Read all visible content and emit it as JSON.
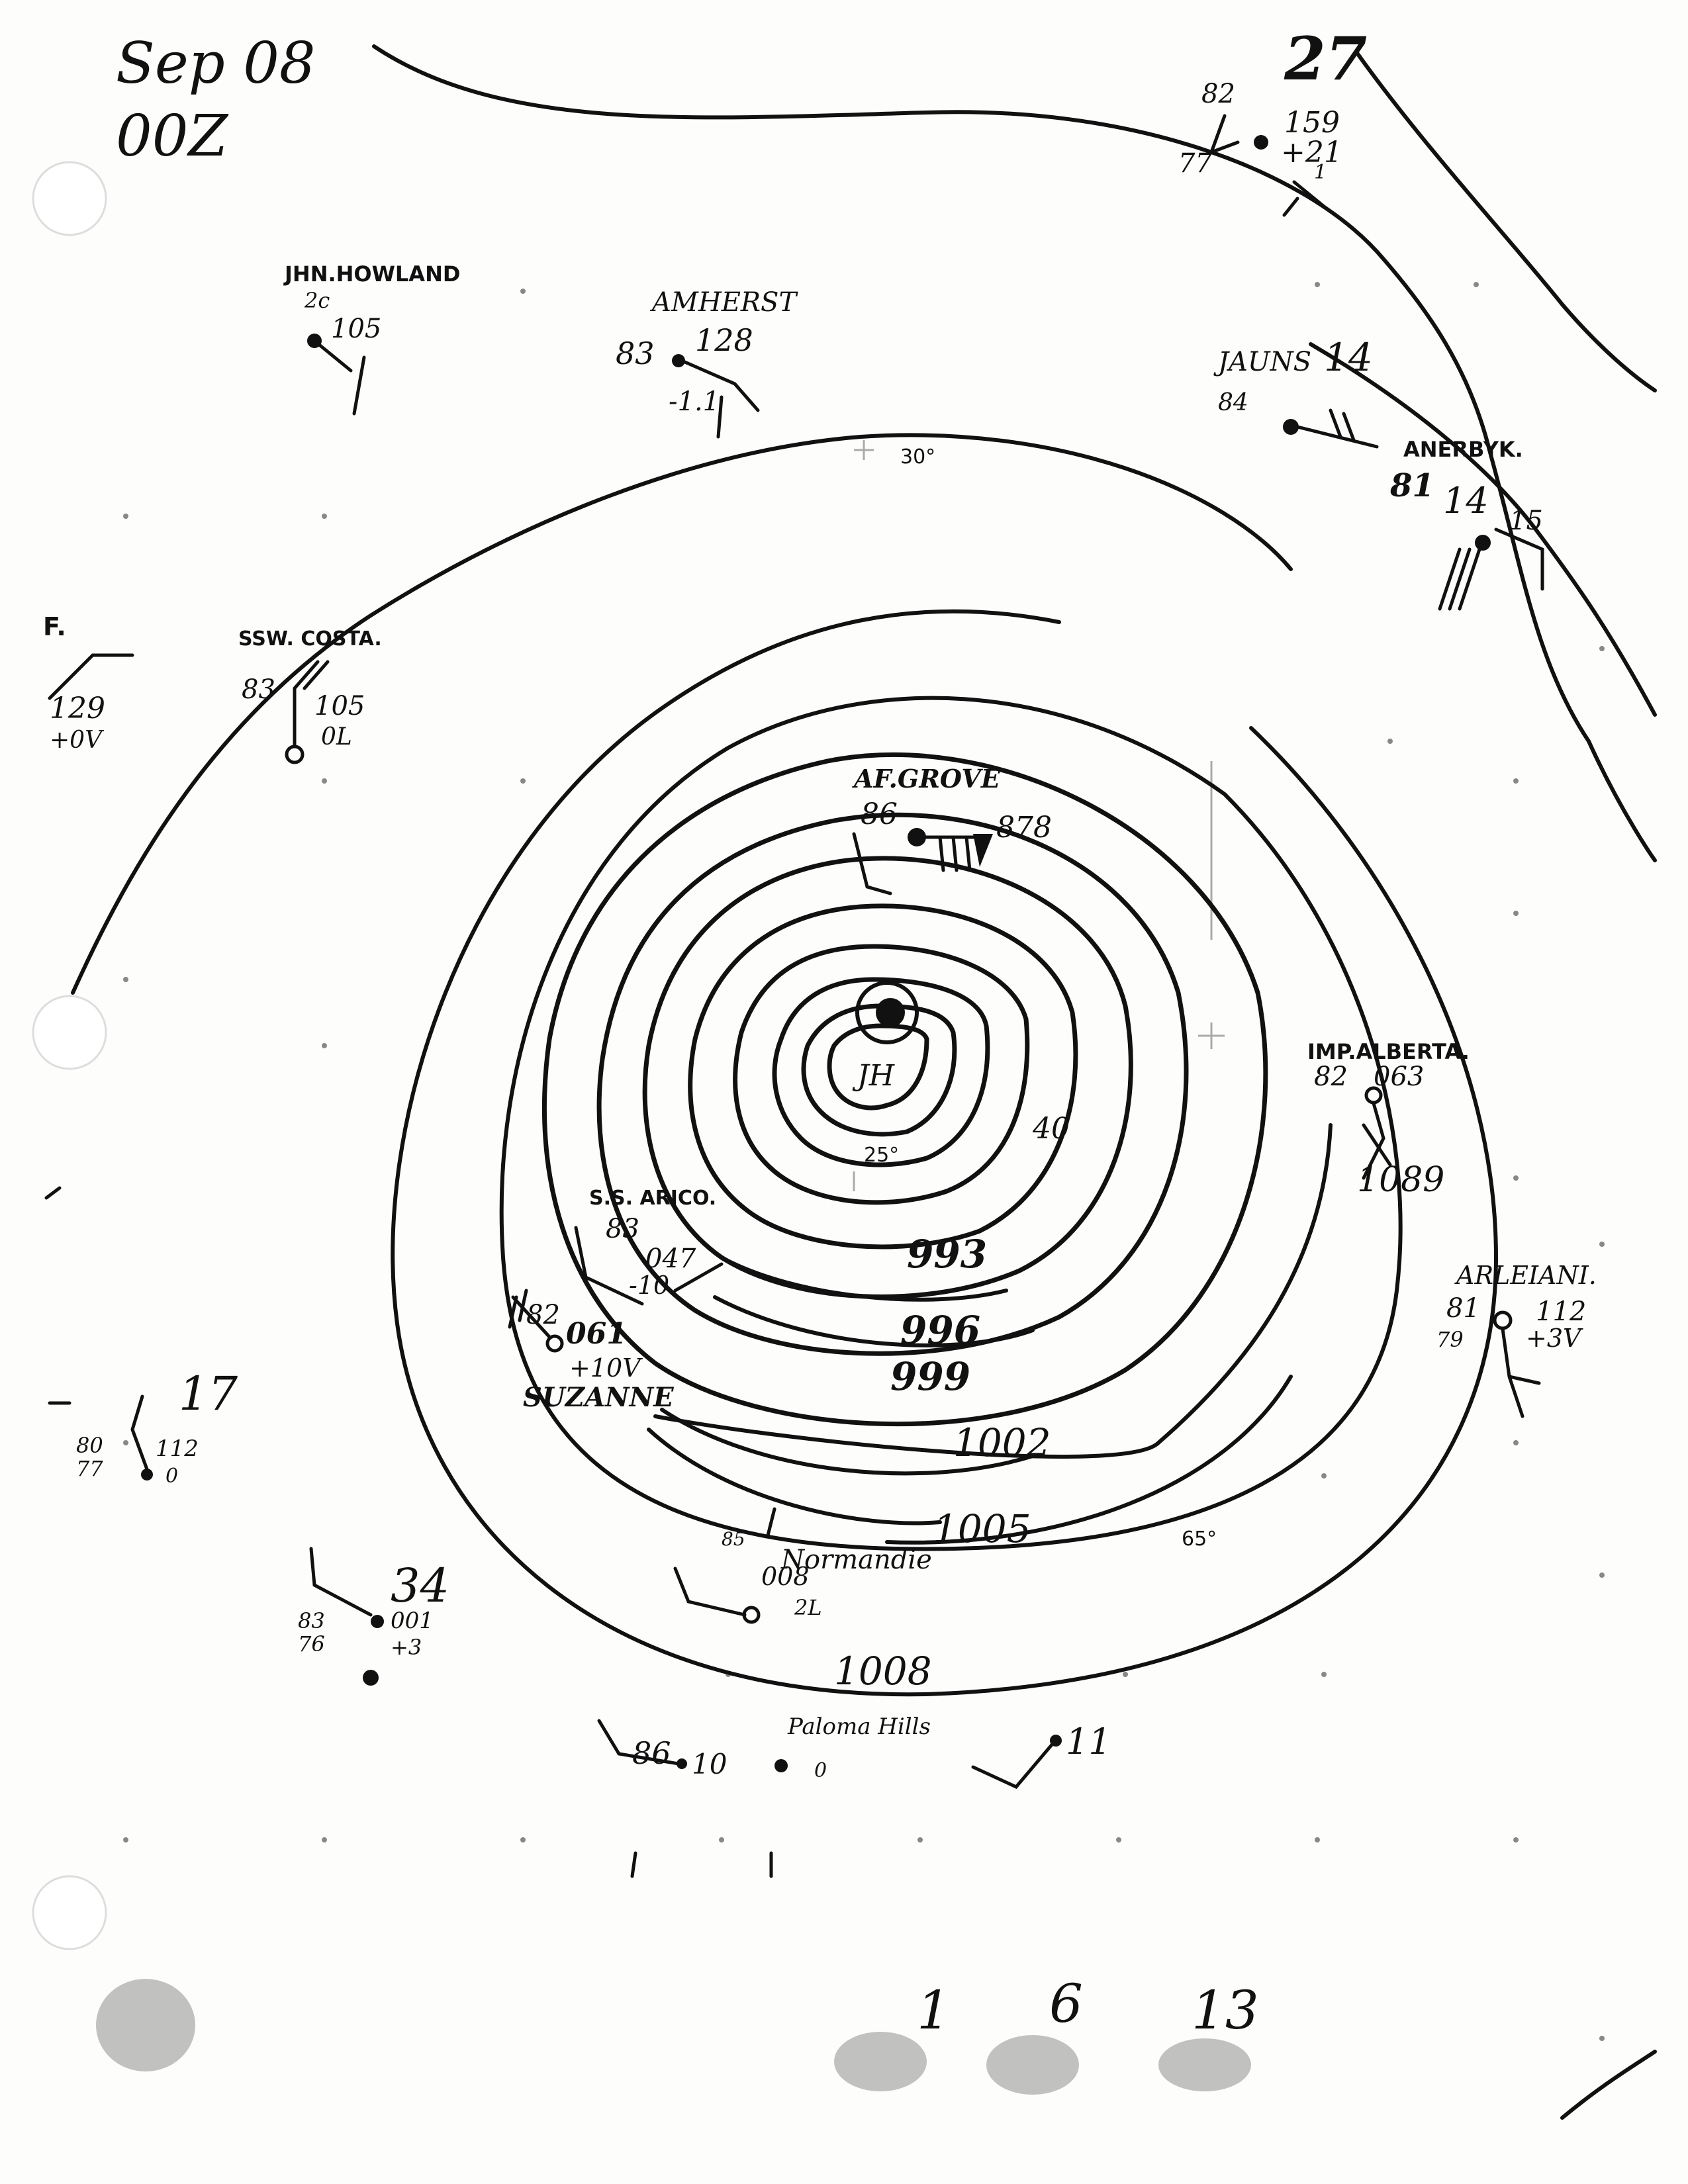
{
  "header": {
    "date": "Sep 08",
    "time": "00Z"
  },
  "grid_labels": {
    "lat_30": "30°",
    "lat_25": "25°",
    "lon_65": "65°"
  },
  "isobars": [
    {
      "label": "993"
    },
    {
      "label": "996"
    },
    {
      "label": "999"
    },
    {
      "label": "1002"
    },
    {
      "label": "1005"
    },
    {
      "label": "1008"
    }
  ],
  "center_mark": "JH",
  "center_note": "40",
  "stations": {
    "jhn_howland": {
      "name": "JHN.HOWLAND",
      "sub": "2c",
      "pressure": "105"
    },
    "amherst": {
      "name": "AMHERST",
      "temp": "83",
      "pressure": "128",
      "trend": "-1.1"
    },
    "ne_27": {
      "id": "27",
      "temp": "82",
      "pressure": "159",
      "tendency": "+21",
      "dew": "77",
      "extra": "1"
    },
    "jauns": {
      "name": "JAUNS",
      "id": "14",
      "temp": "84"
    },
    "anerbyk": {
      "name": "ANERBYK.",
      "temp": "81",
      "id": "14",
      "wind": "15"
    },
    "f_station": {
      "name": "F.",
      "pressure": "129",
      "tendency": "+0V"
    },
    "ssw_costa": {
      "name": "SSW. COSTA.",
      "temp": "83",
      "pressure": "105",
      "tendency": "0L"
    },
    "af_grove": {
      "name": "AF.GROVE",
      "temp": "86",
      "pressure": "878"
    },
    "imp_alberta": {
      "name": "IMP.ALBERTA.",
      "temp": "82",
      "pressure": "063",
      "extra": "1089"
    },
    "ss_arico": {
      "name": "S.S. ARICO.",
      "temp": "83",
      "pressure": "047",
      "tendency": "-10"
    },
    "suzanne": {
      "name": "SUZANNE",
      "temp": "82",
      "pressure": "061",
      "tendency": "+10V"
    },
    "arleiani": {
      "name": "ARLEIANI.",
      "temp": "81",
      "pressure": "112",
      "tendency": "+3V",
      "dew": "79"
    },
    "w_17": {
      "id": "17",
      "temp": "80",
      "dew": "77",
      "pressure": "112",
      "extra": "0"
    },
    "w_34": {
      "id": "34",
      "temp": "83",
      "dew": "76",
      "pressure": "001",
      "tendency": "+3"
    },
    "normandie": {
      "name": "Normandie",
      "temp": "85",
      "pressure": "008",
      "tendency": "2L"
    },
    "paloma": {
      "name": "Paloma Hills",
      "temp": "86",
      "pressure": "10",
      "extra": "0"
    },
    "se_11": {
      "id": "11"
    }
  },
  "bottom_marks": [
    "1",
    "6",
    "13"
  ]
}
